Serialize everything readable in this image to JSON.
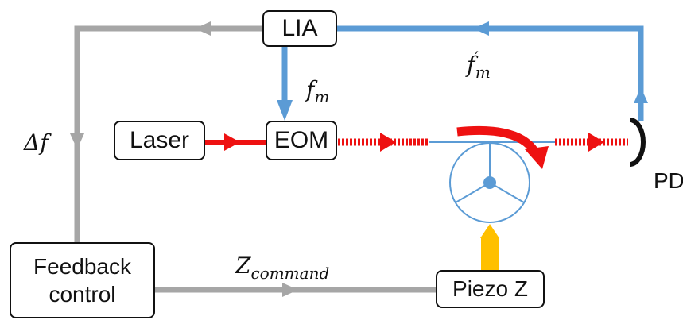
{
  "components": {
    "lia": "LIA",
    "eom": "EOM",
    "laser": "Laser",
    "feedback_line1": "Feedback",
    "feedback_line2": "control",
    "piezo": "Piezo Z",
    "pd": "PD"
  },
  "signals": {
    "fm": "f",
    "fm_sub": "m",
    "fm_prime": "f",
    "fm_prime_sup": "′",
    "fm_prime_sub": "m",
    "delta_f": "Δf",
    "z_command": "Z",
    "z_command_sub": "command"
  },
  "colors": {
    "electrical_feedback": "#a6a6a6",
    "detector_signal": "#5b9bd5",
    "laser_beam": "#ee1111",
    "resonator": "#5b9bd5",
    "piezo_tip": "#ffc000"
  }
}
